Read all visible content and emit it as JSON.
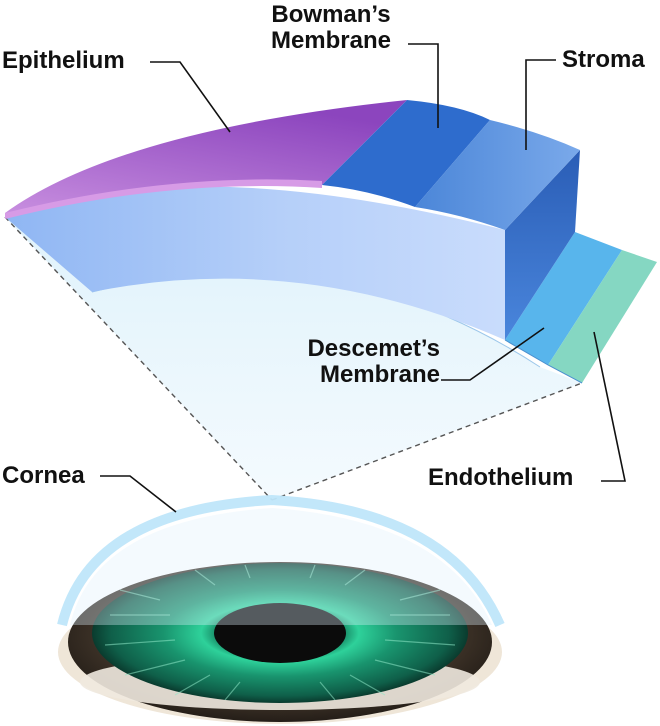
{
  "labels": {
    "epithelium": "Epithelium",
    "bowmans_line1": "Bowman’s",
    "bowmans_line2": "Membrane",
    "stroma": "Stroma",
    "descemets_line1": "Descemet’s",
    "descemets_line2": "Membrane",
    "cornea": "Cornea",
    "endothelium": "Endothelium"
  },
  "colors": {
    "epithelium": "#9b57c7",
    "bowmans_membrane": "#2f6fcf",
    "stroma": "#5a93de",
    "descemets_membrane": "#5ab6ec",
    "endothelium": "#86d6c3",
    "cornea_arc": "#bfe6fa",
    "iris": "#1a8f6e",
    "pupil": "#0c0c0c"
  }
}
